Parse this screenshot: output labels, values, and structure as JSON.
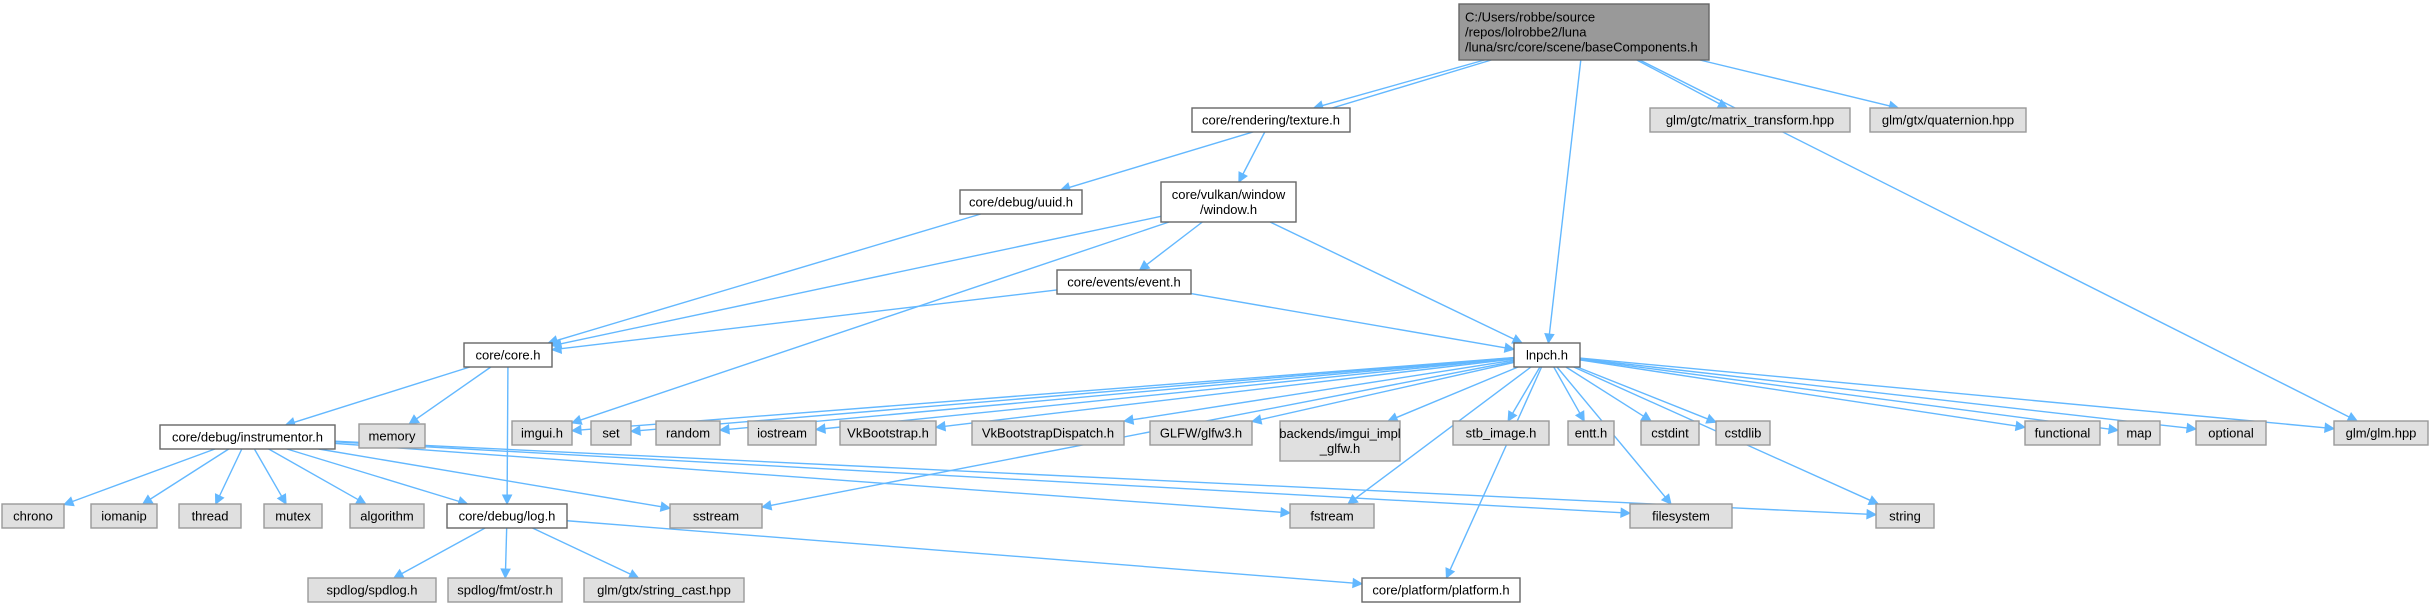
{
  "colors": {
    "edge": "#63b8ff",
    "root_fill": "#999999",
    "root_stroke": "#666666",
    "project_fill": "#ffffff",
    "project_stroke": "#666666",
    "external_fill": "#e0e0e0",
    "external_stroke": "#999999"
  },
  "nodes": [
    {
      "id": "root",
      "kind": "root",
      "lines": [
        "C:/Users/robbe/source",
        "/repos/lolrobbe2/luna",
        "/luna/src/core/scene/baseComponents.h"
      ]
    },
    {
      "id": "texture",
      "kind": "project",
      "lines": [
        "core/rendering/texture.h"
      ]
    },
    {
      "id": "matrix",
      "kind": "external",
      "lines": [
        "glm/gtc/matrix_transform.hpp"
      ]
    },
    {
      "id": "quat",
      "kind": "external",
      "lines": [
        "glm/gtx/quaternion.hpp"
      ]
    },
    {
      "id": "uuid",
      "kind": "project",
      "lines": [
        "core/debug/uuid.h"
      ]
    },
    {
      "id": "window",
      "kind": "project",
      "lines": [
        "core/vulkan/window",
        "/window.h"
      ]
    },
    {
      "id": "event",
      "kind": "project",
      "lines": [
        "core/events/event.h"
      ]
    },
    {
      "id": "core",
      "kind": "project",
      "lines": [
        "core/core.h"
      ]
    },
    {
      "id": "lnpch",
      "kind": "project",
      "lines": [
        "lnpch.h"
      ]
    },
    {
      "id": "instrumentor",
      "kind": "project",
      "lines": [
        "core/debug/instrumentor.h"
      ]
    },
    {
      "id": "memory",
      "kind": "external",
      "lines": [
        "memory"
      ]
    },
    {
      "id": "imgui",
      "kind": "external",
      "lines": [
        "imgui.h"
      ]
    },
    {
      "id": "set",
      "kind": "external",
      "lines": [
        "set"
      ]
    },
    {
      "id": "random",
      "kind": "external",
      "lines": [
        "random"
      ]
    },
    {
      "id": "iostream",
      "kind": "external",
      "lines": [
        "iostream"
      ]
    },
    {
      "id": "vkboot",
      "kind": "external",
      "lines": [
        "VkBootstrap.h"
      ]
    },
    {
      "id": "vkdisp",
      "kind": "external",
      "lines": [
        "VkBootstrapDispatch.h"
      ]
    },
    {
      "id": "glfw",
      "kind": "external",
      "lines": [
        "GLFW/glfw3.h"
      ]
    },
    {
      "id": "imguiglfw",
      "kind": "external",
      "lines": [
        "backends/imgui_impl",
        "_glfw.h"
      ]
    },
    {
      "id": "stb",
      "kind": "external",
      "lines": [
        "stb_image.h"
      ]
    },
    {
      "id": "entt",
      "kind": "external",
      "lines": [
        "entt.h"
      ]
    },
    {
      "id": "cstdint",
      "kind": "external",
      "lines": [
        "cstdint"
      ]
    },
    {
      "id": "cstdlib",
      "kind": "external",
      "lines": [
        "cstdlib"
      ]
    },
    {
      "id": "functional",
      "kind": "external",
      "lines": [
        "functional"
      ]
    },
    {
      "id": "map",
      "kind": "external",
      "lines": [
        "map"
      ]
    },
    {
      "id": "optional",
      "kind": "external",
      "lines": [
        "optional"
      ]
    },
    {
      "id": "glm",
      "kind": "external",
      "lines": [
        "glm/glm.hpp"
      ]
    },
    {
      "id": "chrono",
      "kind": "external",
      "lines": [
        "chrono"
      ]
    },
    {
      "id": "iomanip",
      "kind": "external",
      "lines": [
        "iomanip"
      ]
    },
    {
      "id": "thread",
      "kind": "external",
      "lines": [
        "thread"
      ]
    },
    {
      "id": "mutex",
      "kind": "external",
      "lines": [
        "mutex"
      ]
    },
    {
      "id": "algorithm",
      "kind": "external",
      "lines": [
        "algorithm"
      ]
    },
    {
      "id": "log",
      "kind": "project",
      "lines": [
        "core/debug/log.h"
      ]
    },
    {
      "id": "sstream",
      "kind": "external",
      "lines": [
        "sstream"
      ]
    },
    {
      "id": "fstream",
      "kind": "external",
      "lines": [
        "fstream"
      ]
    },
    {
      "id": "filesystem",
      "kind": "external",
      "lines": [
        "filesystem"
      ]
    },
    {
      "id": "string",
      "kind": "external",
      "lines": [
        "string"
      ]
    },
    {
      "id": "spdlog",
      "kind": "external",
      "lines": [
        "spdlog/spdlog.h"
      ]
    },
    {
      "id": "ostr",
      "kind": "external",
      "lines": [
        "spdlog/fmt/ostr.h"
      ]
    },
    {
      "id": "strcast",
      "kind": "external",
      "lines": [
        "glm/gtx/string_cast.hpp"
      ]
    },
    {
      "id": "platform",
      "kind": "project",
      "lines": [
        "core/platform/platform.h"
      ]
    }
  ],
  "edges": [
    [
      "root",
      "texture"
    ],
    [
      "root",
      "matrix"
    ],
    [
      "root",
      "quat"
    ],
    [
      "root",
      "uuid"
    ],
    [
      "root",
      "lnpch"
    ],
    [
      "root",
      "glm"
    ],
    [
      "texture",
      "window"
    ],
    [
      "uuid",
      "core"
    ],
    [
      "window",
      "event"
    ],
    [
      "window",
      "core"
    ],
    [
      "window",
      "lnpch"
    ],
    [
      "window",
      "imgui"
    ],
    [
      "event",
      "core"
    ],
    [
      "event",
      "lnpch"
    ],
    [
      "core",
      "instrumentor"
    ],
    [
      "core",
      "memory"
    ],
    [
      "core",
      "log"
    ],
    [
      "lnpch",
      "imgui"
    ],
    [
      "lnpch",
      "set"
    ],
    [
      "lnpch",
      "random"
    ],
    [
      "lnpch",
      "iostream"
    ],
    [
      "lnpch",
      "vkboot"
    ],
    [
      "lnpch",
      "vkdisp"
    ],
    [
      "lnpch",
      "glfw"
    ],
    [
      "lnpch",
      "imguiglfw"
    ],
    [
      "lnpch",
      "stb"
    ],
    [
      "lnpch",
      "entt"
    ],
    [
      "lnpch",
      "cstdint"
    ],
    [
      "lnpch",
      "cstdlib"
    ],
    [
      "lnpch",
      "functional"
    ],
    [
      "lnpch",
      "map"
    ],
    [
      "lnpch",
      "optional"
    ],
    [
      "lnpch",
      "glm"
    ],
    [
      "lnpch",
      "sstream"
    ],
    [
      "lnpch",
      "fstream"
    ],
    [
      "lnpch",
      "filesystem"
    ],
    [
      "lnpch",
      "string"
    ],
    [
      "lnpch",
      "platform"
    ],
    [
      "instrumentor",
      "chrono"
    ],
    [
      "instrumentor",
      "iomanip"
    ],
    [
      "instrumentor",
      "thread"
    ],
    [
      "instrumentor",
      "mutex"
    ],
    [
      "instrumentor",
      "algorithm"
    ],
    [
      "instrumentor",
      "log"
    ],
    [
      "instrumentor",
      "sstream"
    ],
    [
      "instrumentor",
      "fstream"
    ],
    [
      "instrumentor",
      "filesystem"
    ],
    [
      "instrumentor",
      "string"
    ],
    [
      "log",
      "spdlog"
    ],
    [
      "log",
      "ostr"
    ],
    [
      "log",
      "strcast"
    ],
    [
      "log",
      "platform"
    ]
  ]
}
